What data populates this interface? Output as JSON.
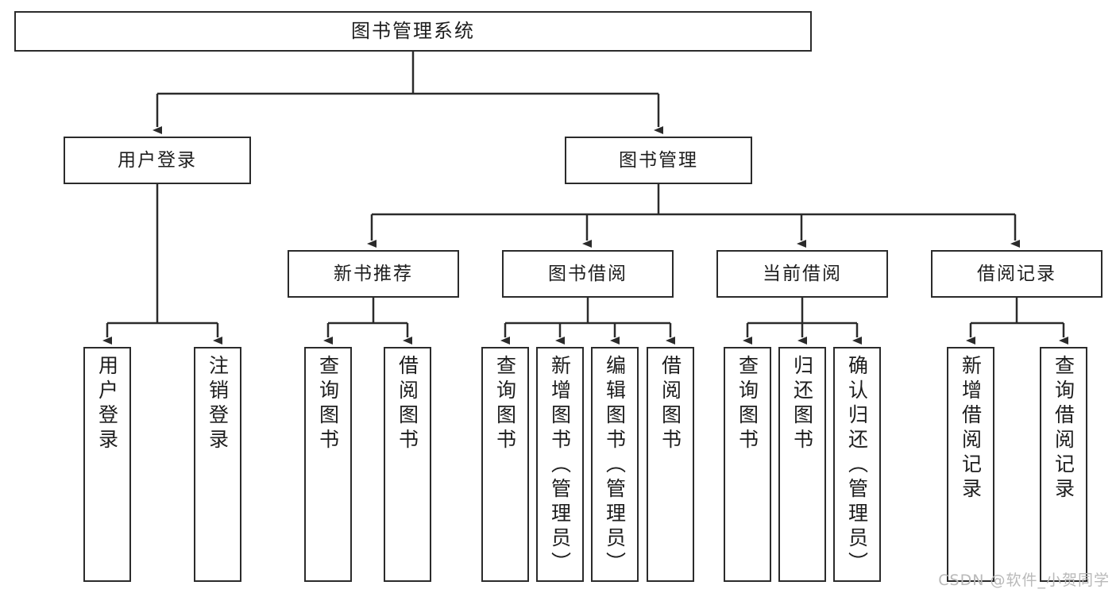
{
  "diagram": {
    "type": "tree",
    "title": "图书管理系统",
    "root": {
      "label": "图书管理系统"
    },
    "level2": [
      {
        "label": "用户登录"
      },
      {
        "label": "图书管理"
      }
    ],
    "level3": [
      {
        "label": "新书推荐"
      },
      {
        "label": "图书借阅"
      },
      {
        "label": "当前借阅"
      },
      {
        "label": "借阅记录"
      }
    ],
    "leaves": {
      "user_login": [
        {
          "label": "用户登录"
        },
        {
          "label": "注销登录"
        }
      ],
      "new_book_recommend": [
        {
          "label": "查询图书"
        },
        {
          "label": "借阅图书"
        }
      ],
      "book_borrow": [
        {
          "label": "查询图书"
        },
        {
          "label": "新增图书（管理员）"
        },
        {
          "label": "编辑图书（管理员）"
        },
        {
          "label": "借阅图书"
        }
      ],
      "current_borrow": [
        {
          "label": "查询图书"
        },
        {
          "label": "归还图书"
        },
        {
          "label": "确认归还（管理员）"
        }
      ],
      "borrow_record": [
        {
          "label": "新增借阅记录"
        },
        {
          "label": "查询借阅记录"
        }
      ]
    }
  },
  "watermark": {
    "text": "CSDN @软件_小贺同学"
  },
  "colors": {
    "stroke": "#2b2b2b",
    "fill": "#ffffff",
    "text": "#1d1d1d",
    "watermark": "#b9b9b9"
  }
}
